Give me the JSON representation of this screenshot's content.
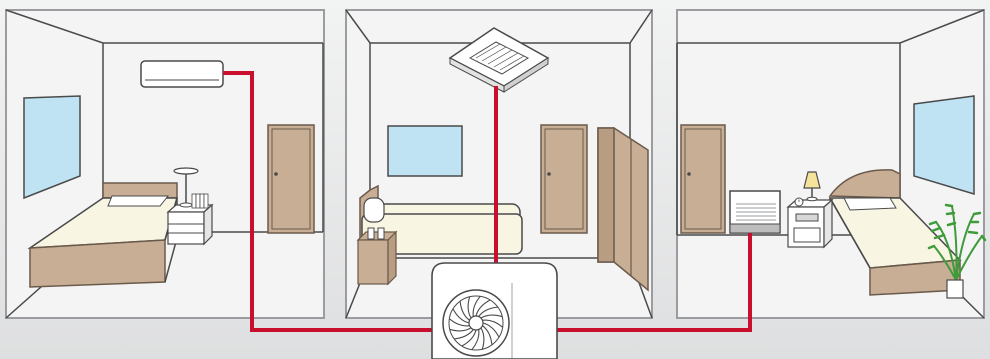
{
  "diagram": {
    "rooms": [
      {
        "id": "room-1",
        "indoor_unit": "wall-mounted-unit",
        "furniture": [
          "window",
          "single-bed",
          "nightstand",
          "desk-lamp",
          "books",
          "door"
        ]
      },
      {
        "id": "room-2",
        "indoor_unit": "ceiling-cassette-unit",
        "furniture": [
          "window",
          "sofa",
          "side-table",
          "cups",
          "door",
          "wardrobe"
        ]
      },
      {
        "id": "room-3",
        "indoor_unit": "floor-console-unit",
        "furniture": [
          "door",
          "nightstand",
          "alarm-clock",
          "lamp",
          "bed",
          "window",
          "potted-plant"
        ]
      }
    ],
    "outdoor_unit": "multi-split-outdoor-unit",
    "connections": [
      "wall-mounted-unit",
      "ceiling-cassette-unit",
      "floor-console-unit"
    ]
  },
  "colors": {
    "background": "#e8e9ea",
    "room_frame": "#9a9c9f",
    "wall": "#f4f4f4",
    "pipe": "#c8102e",
    "window_glass": "#bfe3f2",
    "wood": "#c7ae95",
    "wood_outline": "#6b5a4b",
    "bedding": "#f8f5e3",
    "outline": "#4a4a4a",
    "lamp_shade": "#f6e39a",
    "plant": "#3f9a3a"
  }
}
